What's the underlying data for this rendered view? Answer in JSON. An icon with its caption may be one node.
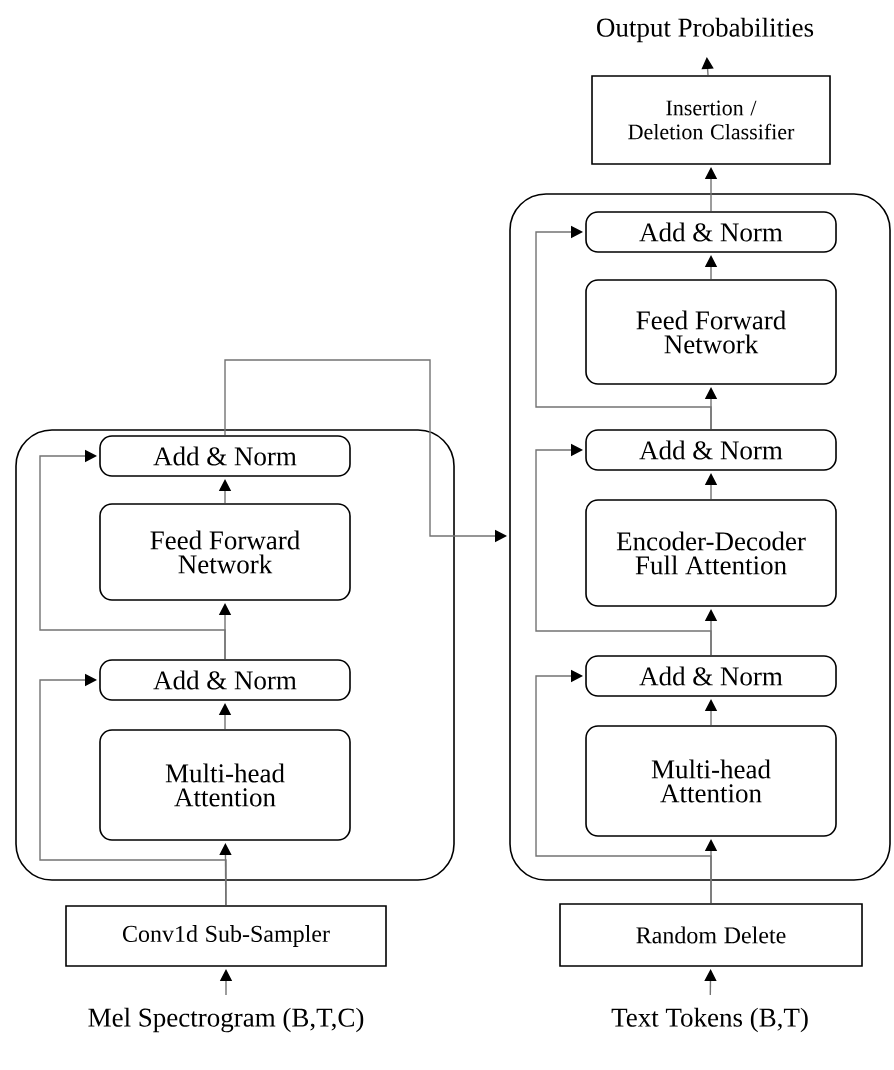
{
  "diagram": {
    "nodes": [
      {
        "text": [],
        "shape": "box"
      },
      {
        "text": [
          "Add & Norm"
        ],
        "in": 0
      },
      {
        "text": [
          "Feed Forward Network"
        ],
        "in": 0
      },
      {
        "text": [
          "Add & Norm"
        ],
        "in": 0
      },
      {
        "text": [
          "Multi-head Attention"
        ],
        "in": 0
      },
      {
        "text": [
          "Conv1d Sub-Sampler"
        ]
      },
      {
        "text": [
          "Mel Spectrogram (B,T,C)"
        ]
      },
      {
        "text": [
          "Output Probabilities"
        ]
      },
      {
        "text": [
          "Insertion / Deletion Classifier"
        ]
      },
      {
        "text": [],
        "shape": "box"
      },
      {
        "text": [
          "Add & Norm"
        ],
        "in": 9
      },
      {
        "text": [
          "Feed Forward Network"
        ],
        "in": 9
      },
      {
        "text": [
          "Add & Norm"
        ],
        "in": 9
      },
      {
        "text": [
          "Encoder-Decoder Full Attention"
        ],
        "in": 9
      },
      {
        "text": [
          "Add & Norm"
        ],
        "in": 9
      },
      {
        "text": [
          "Multi-head Attention"
        ],
        "in": 9
      },
      {
        "text": [
          "Random Delete"
        ]
      },
      {
        "text": [
          "Text Tokens (B,T)"
        ]
      }
    ],
    "edges": [
      {
        "from": 6,
        "to": 5,
        "arrow": "to"
      },
      {
        "from": 5,
        "to": 4,
        "arrow": "to"
      },
      {
        "from": 5,
        "to": 3,
        "arrow": "to"
      },
      {
        "from": 4,
        "to": 3,
        "arrow": "to"
      },
      {
        "from": 3,
        "to": 2,
        "arrow": "to"
      },
      {
        "from": 3,
        "to": 1,
        "arrow": "to"
      },
      {
        "from": 2,
        "to": 1,
        "arrow": "to"
      },
      {
        "from": 1,
        "to": 9,
        "arrow": "to"
      },
      {
        "from": 17,
        "to": 16,
        "arrow": "to"
      },
      {
        "from": 16,
        "to": 15,
        "arrow": "to"
      },
      {
        "from": 16,
        "to": 14,
        "arrow": "to"
      },
      {
        "from": 15,
        "to": 14,
        "arrow": "to"
      },
      {
        "from": 14,
        "to": 13,
        "arrow": "to"
      },
      {
        "from": 14,
        "to": 12,
        "arrow": "to"
      },
      {
        "from": 13,
        "to": 12,
        "arrow": "to"
      },
      {
        "from": 12,
        "to": 11,
        "arrow": "to"
      },
      {
        "from": 12,
        "to": 10,
        "arrow": "to"
      },
      {
        "from": 11,
        "to": 10,
        "arrow": "to"
      },
      {
        "from": 10,
        "to": 8,
        "arrow": "to"
      },
      {
        "from": 8,
        "to": 7,
        "arrow": "to"
      }
    ]
  }
}
